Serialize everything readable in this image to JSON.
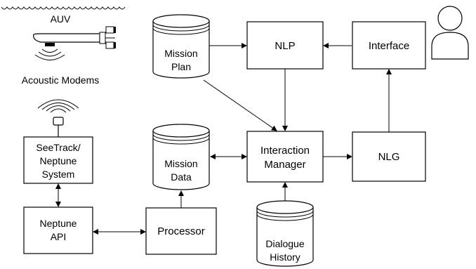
{
  "labels": {
    "auv": "AUV",
    "acoustic_modems": "Acoustic Modems",
    "seetrack_line1": "SeeTrack/",
    "seetrack_line2": "Neptune",
    "seetrack_line3": "System",
    "neptune_api_line1": "Neptune",
    "neptune_api_line2": "API",
    "processor": "Processor",
    "mission_data_line1": "Mission",
    "mission_data_line2": "Data",
    "mission_plan_line1": "Mission",
    "mission_plan_line2": "Plan",
    "nlp": "NLP",
    "interface": "Interface",
    "interaction_manager_line1": "Interaction",
    "interaction_manager_line2": "Manager",
    "nlg": "NLG",
    "dialogue_history_line1": "Dialogue",
    "dialogue_history_line2": "History"
  },
  "icons": [
    "wave-icon",
    "auv-icon",
    "signal-waves-icon",
    "modem-antenna-icon",
    "user-icon"
  ]
}
